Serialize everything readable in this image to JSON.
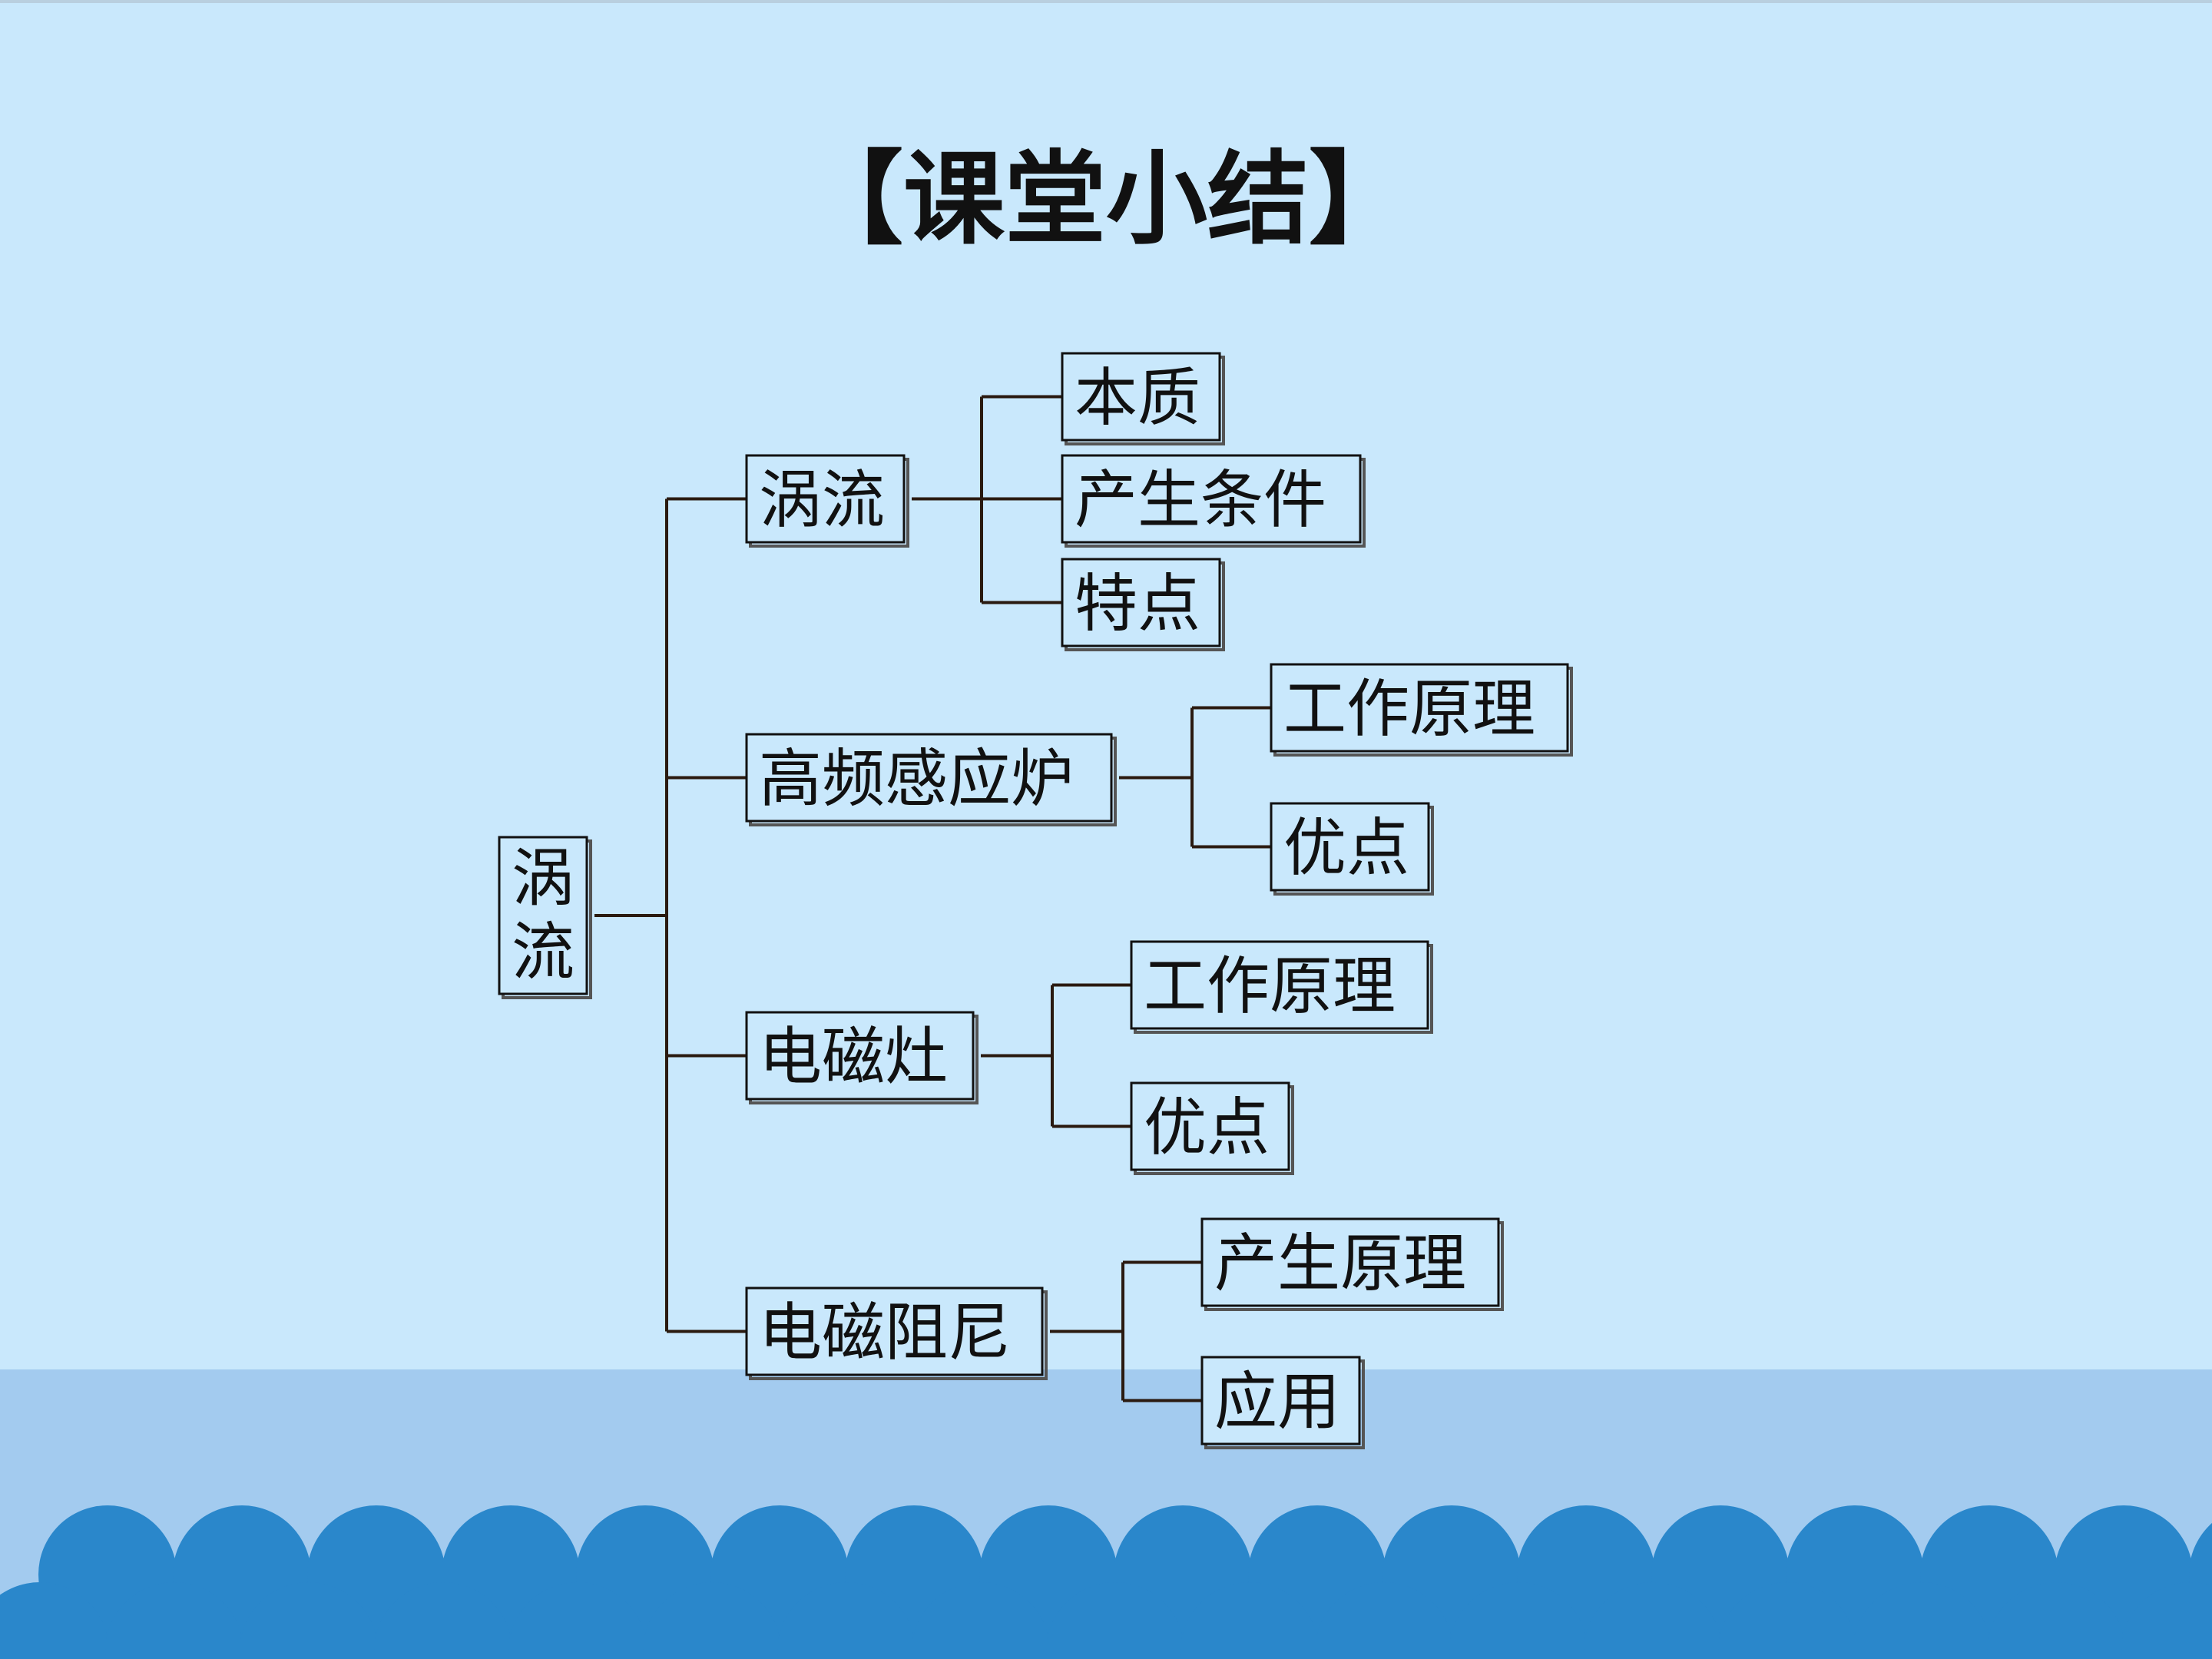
{
  "title": "【课堂小结】",
  "colors": {
    "background": "#c9e8fc",
    "band": "#a3cbef",
    "wave": "#2a87cb",
    "line": "#2a1a10",
    "text": "#111111"
  },
  "root": {
    "chars": [
      "涡",
      "流"
    ],
    "children": [
      {
        "label": "涡流",
        "children": [
          "本质",
          "产生条件",
          "特点"
        ]
      },
      {
        "label": "高频感应炉",
        "children": [
          "工作原理",
          "优点"
        ]
      },
      {
        "label": "电磁灶",
        "children": [
          "工作原理",
          "优点"
        ]
      },
      {
        "label": "电磁阻尼",
        "children": [
          "产生原理",
          "应用"
        ]
      }
    ]
  }
}
